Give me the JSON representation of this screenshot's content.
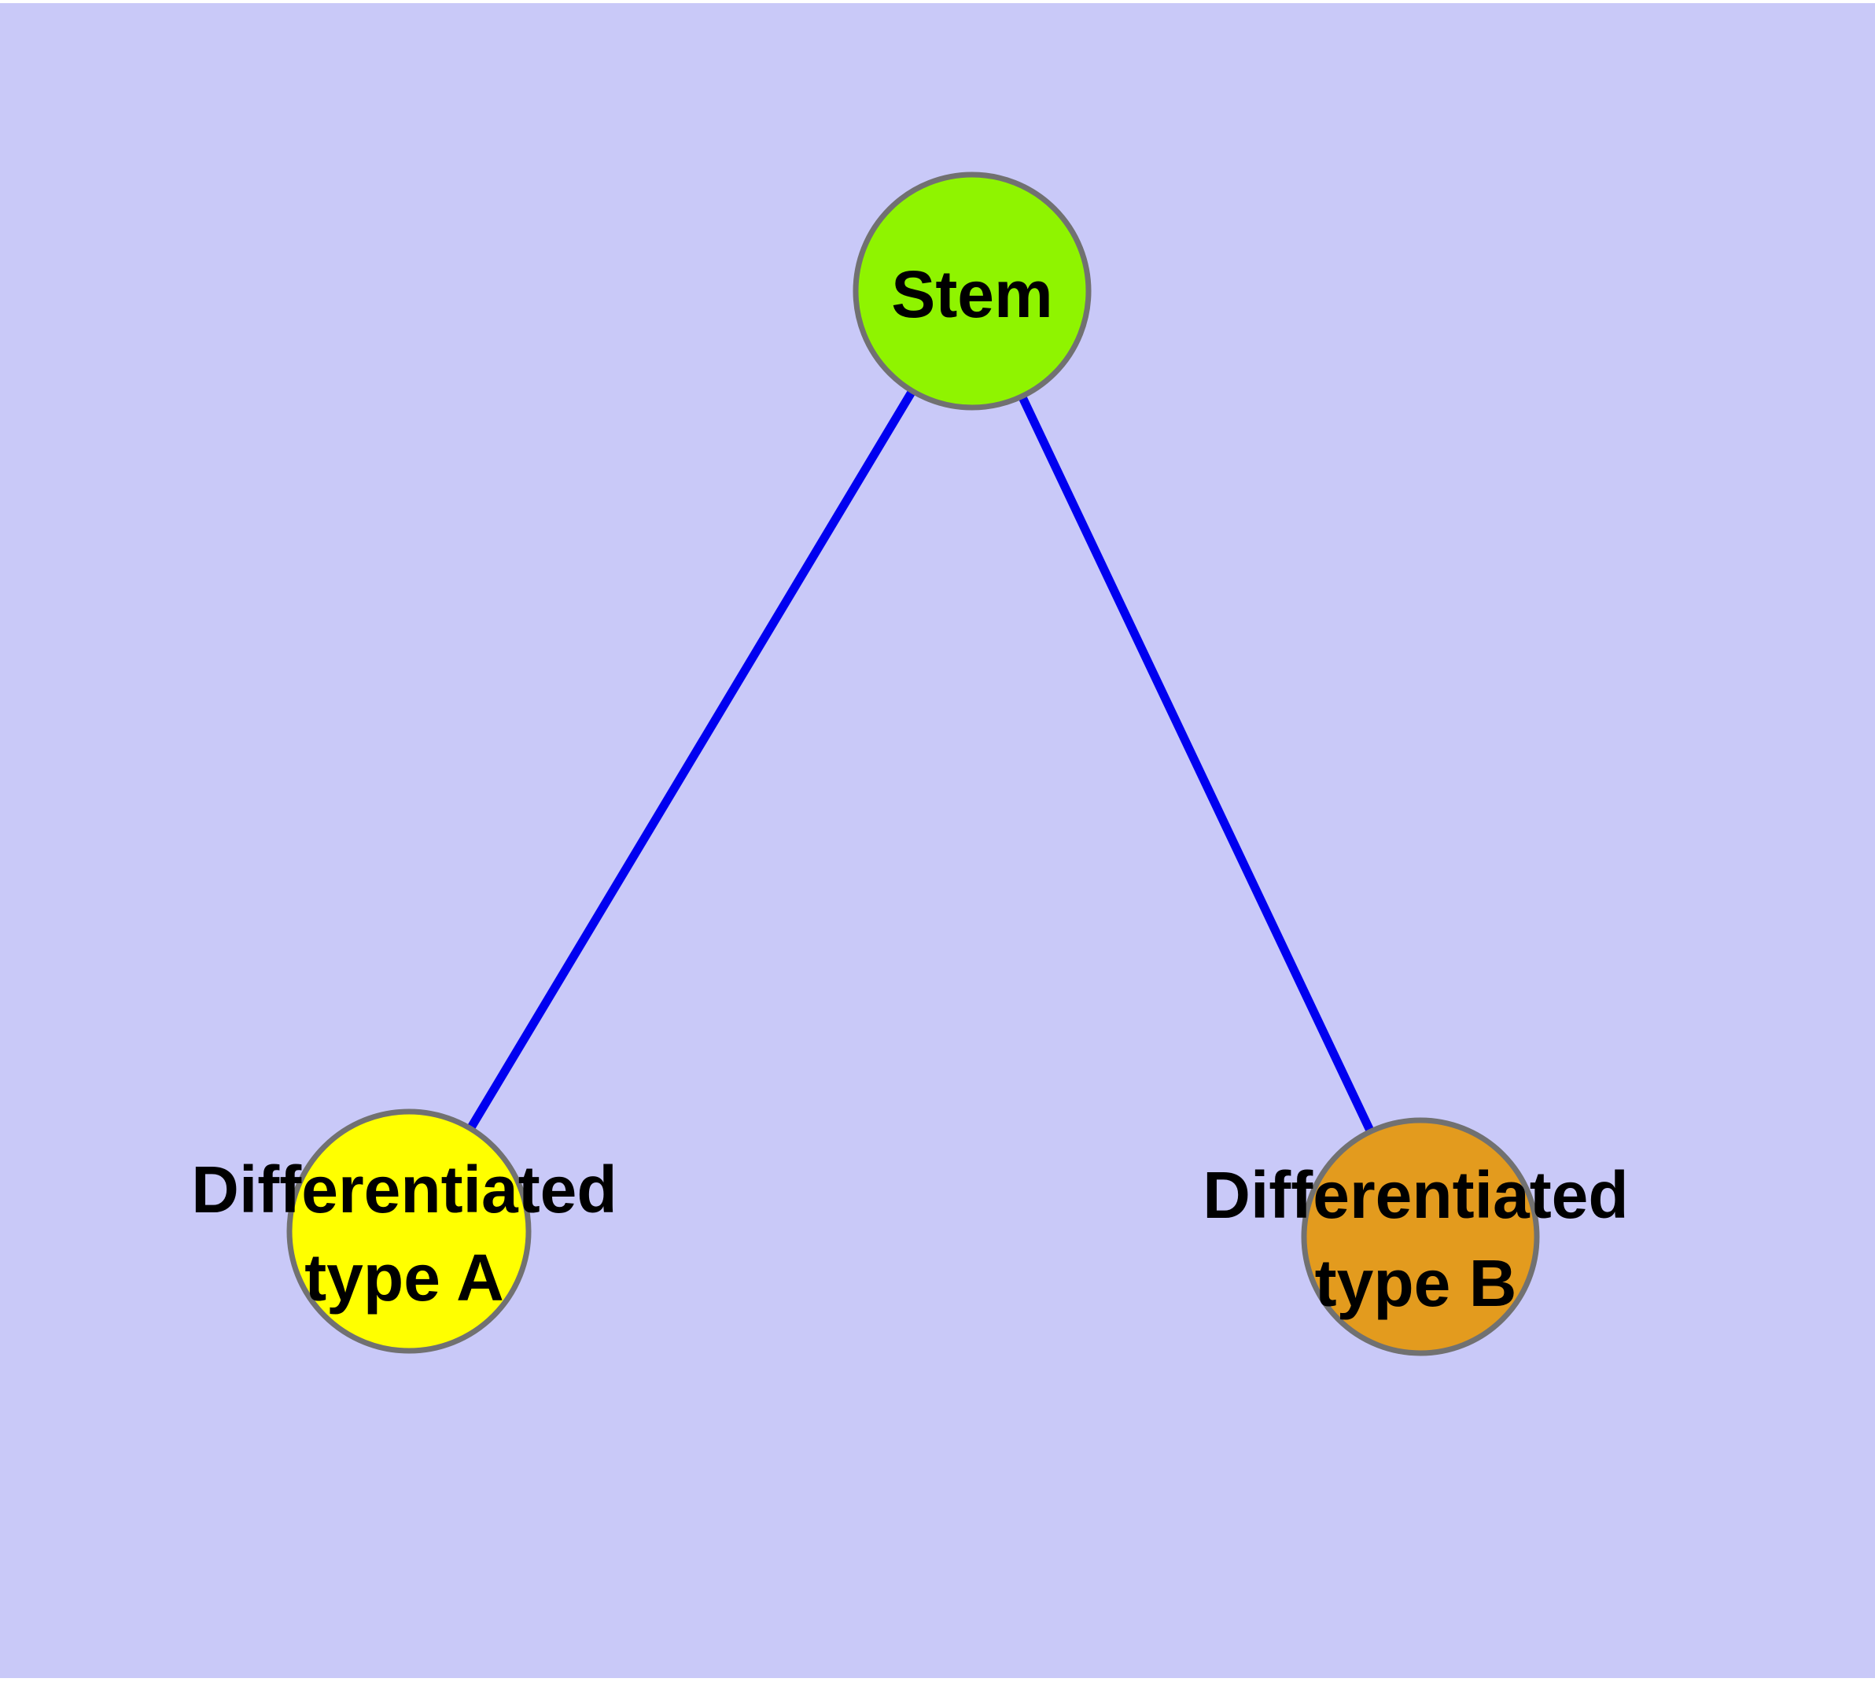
{
  "figure": {
    "type": "graph-diagram",
    "frame_color": "#ffffff",
    "background_color": "#c9c9f8",
    "edge_color": "#0000f0",
    "node_stroke_color": "#717171",
    "label_color": "#000000",
    "nodes": [
      {
        "id": "stem",
        "label": "Stem",
        "fill": "#8ff400"
      },
      {
        "id": "type-a",
        "label": "Differentiated type A",
        "label_lines": [
          "Differentiated",
          "type A"
        ],
        "fill": "#ffff00"
      },
      {
        "id": "type-b",
        "label": "Differentiated type B",
        "label_lines": [
          "Differentiated",
          "type B"
        ],
        "fill": "#e39b1e"
      }
    ],
    "edges": [
      {
        "from": "stem",
        "to": "type-a"
      },
      {
        "from": "stem",
        "to": "type-b"
      }
    ]
  }
}
